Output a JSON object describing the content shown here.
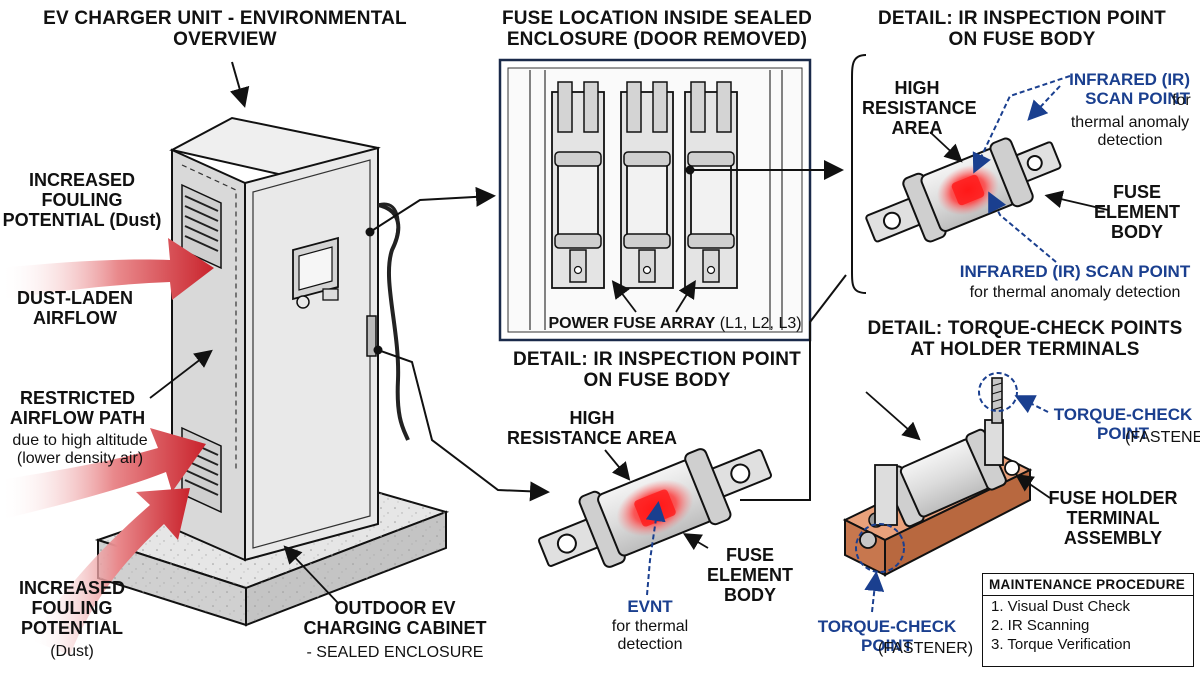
{
  "titles": {
    "ev_overview": "EV CHARGER UNIT - ENVIRONMENTAL\nOVERVIEW",
    "fuse_location": "FUSE LOCATION INSIDE SEALED\nENCLOSURE (DOOR REMOVED)",
    "ir_detail_top": "DETAIL: IR INSPECTION POINT\nON FUSE BODY",
    "ir_detail_mid": "DETAIL: IR INSPECTION POINT\nON FUSE BODY",
    "torque_detail": "DETAIL: TORQUE-CHECK POINTS\nAT HOLDER TERMINALS"
  },
  "left_labels": {
    "fouling_top": "INCREASED\nFOULING\nPOTENTIAL (Dust)",
    "dust_airflow": "DUST-LADEN\nAIRFLOW",
    "restricted_title": "RESTRICTED\nAIRFLOW PATH",
    "restricted_note": "due to high altitude\n(lower density air)",
    "fouling_bottom_title": "INCREASED\nFOULING\nPOTENTIAL",
    "fouling_bottom_note": "(Dust)"
  },
  "cabinet": {
    "title": "OUTDOOR EV\nCHARGING CABINET",
    "note": "- SEALED ENCLOSURE"
  },
  "fuse_array": {
    "label_bold": "POWER FUSE ARRAY",
    "label_phases": "(L1, L2, L3)"
  },
  "top_right_detail": {
    "high_resistance": "HIGH\nRESISTANCE\nAREA",
    "ir_scan_a_bold": "INFRARED (IR)\nSCAN POINT",
    "ir_scan_a_for": "for",
    "ir_scan_a_note": "thermal anomaly\ndetection",
    "fuse_element": "FUSE\nELEMENT\nBODY",
    "ir_scan_b_bold": "INFRARED (IR) SCAN POINT",
    "ir_scan_b_note": "for thermal anomaly detection"
  },
  "mid_detail": {
    "high_resistance": "HIGH\nRESISTANCE AREA",
    "fuse_element": "FUSE\nELEMENT\nBODY",
    "evnt_bold": "EVNT",
    "evnt_note": "for thermal\ndetection"
  },
  "torque": {
    "top_bold": "TORQUE-CHECK\nPOINT",
    "top_note": "(FASTENER)",
    "bottom_bold": "TORQUE-CHECK\nPOINT",
    "bottom_note": "(FASTENER)",
    "holder": "FUSE HOLDER\nTERMINAL\nASSEMBLY"
  },
  "maintenance": {
    "title": "MAINTENANCE PROCEDURE",
    "steps": [
      "1.  Visual Dust Check",
      "2.  IR Scanning",
      "3.  Torque Verification"
    ]
  },
  "colors": {
    "blue_label": "#1a3f8f",
    "dust_red": "#d8323a",
    "hot_spot": "#ff2222",
    "copper": "#d98a5f"
  }
}
